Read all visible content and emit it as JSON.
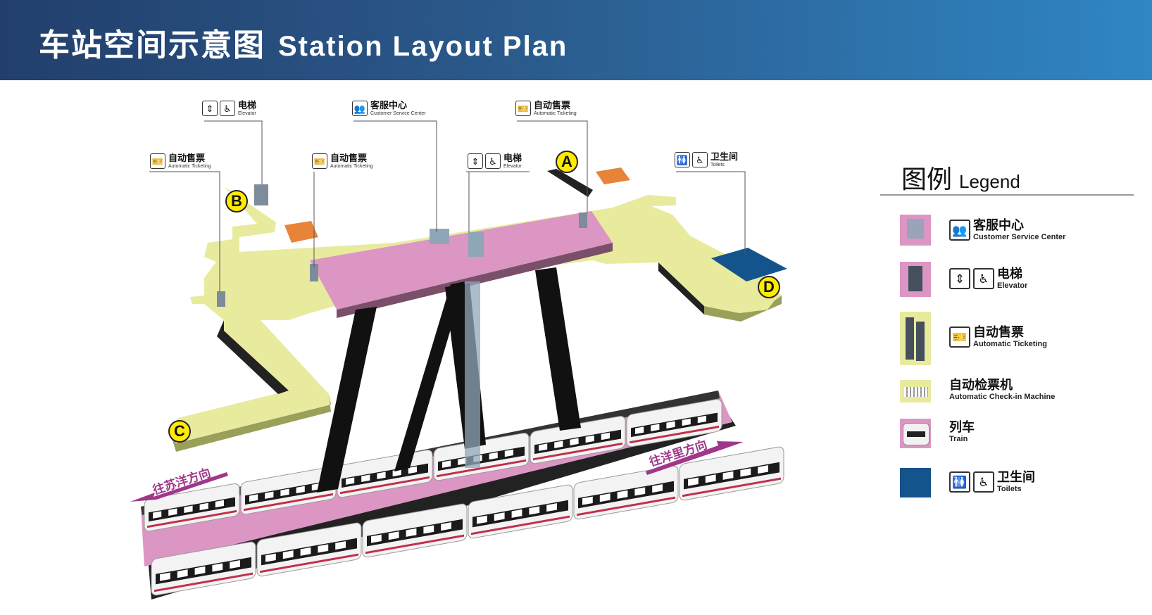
{
  "header": {
    "title_zh": "车站空间示意图",
    "title_en": "Station Layout Plan",
    "gradient_start": "#223f6c",
    "gradient_end": "#2f86c4"
  },
  "colors": {
    "concourse": "#e8eb9e",
    "paid_zone": "#dc96c3",
    "structure": "#111111",
    "service_center": "#e8843a",
    "toilets": "#14548d",
    "exit_badge": "#ffeb00",
    "direction": "#a0378a"
  },
  "callouts": {
    "elevator_left": {
      "zh": "电梯",
      "en": "Elevator",
      "icons": [
        "elevator-icon",
        "wheelchair-icon"
      ]
    },
    "service_center": {
      "zh": "客服中心",
      "en": "Customer Service Center",
      "icons": [
        "service-desk-icon"
      ]
    },
    "ticketing_right": {
      "zh": "自动售票",
      "en": "Automatic Ticketing",
      "icons": [
        "ticket-machine-icon"
      ]
    },
    "ticketing_left": {
      "zh": "自动售票",
      "en": "Automatic Ticketing",
      "icons": [
        "ticket-machine-icon"
      ]
    },
    "ticketing_mid": {
      "zh": "自动售票",
      "en": "Automatic Ticketing",
      "icons": [
        "ticket-machine-icon"
      ]
    },
    "elevator_mid": {
      "zh": "电梯",
      "en": "Elevator",
      "icons": [
        "elevator-icon",
        "wheelchair-icon"
      ]
    },
    "toilets": {
      "zh": "卫生间",
      "en": "Toilets",
      "icons": [
        "toilet-icon",
        "wheelchair-icon"
      ]
    }
  },
  "exits": [
    "A",
    "B",
    "C",
    "D"
  ],
  "directions": {
    "left": "往苏洋方向",
    "right": "往洋里方向"
  },
  "legend": {
    "title_zh": "图例",
    "title_en": "Legend",
    "items": [
      {
        "zh": "客服中心",
        "en": "Customer Service Center",
        "icons": [
          "service-desk-icon"
        ]
      },
      {
        "zh": "电梯",
        "en": "Elevator",
        "icons": [
          "elevator-icon",
          "wheelchair-icon"
        ]
      },
      {
        "zh": "自动售票",
        "en": "Automatic Ticketing",
        "icons": [
          "ticket-machine-icon"
        ]
      },
      {
        "zh": "自动检票机",
        "en": "Automatic Check-in Machine",
        "icons": []
      },
      {
        "zh": "列车",
        "en": "Train",
        "icons": []
      },
      {
        "zh": "卫生间",
        "en": "Toilets",
        "icons": [
          "toilet-icon",
          "wheelchair-icon"
        ]
      }
    ]
  }
}
